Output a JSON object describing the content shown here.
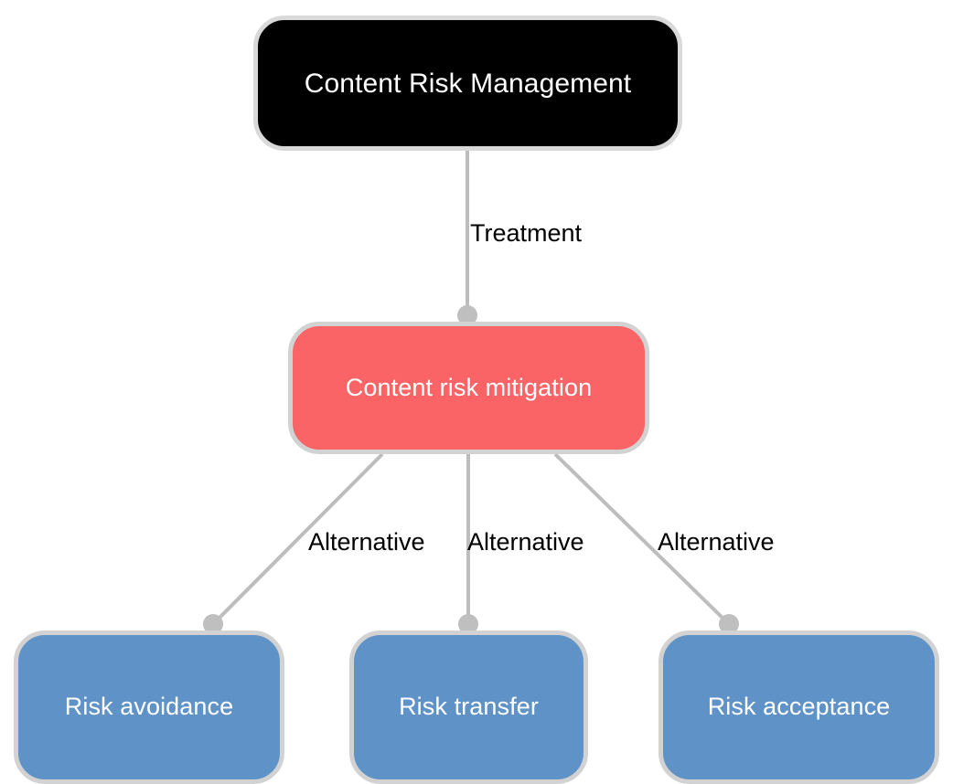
{
  "diagram": {
    "title": "Content Risk Management",
    "type": "tree",
    "background": "#ffffff",
    "colors": {
      "root_fill": "#000000",
      "mitigation_fill": "#fb6466",
      "leaf_fill": "#5f93c8",
      "node_border": "#d5d5d5",
      "edge_stroke": "#bdbdbd",
      "endpoint_dot": "#bfbfbf",
      "node_text": "#ffffff",
      "edge_label_text": "#000000"
    },
    "nodes": [
      {
        "id": "root",
        "label": "Content Risk Management",
        "shape": "rounded-rectangle",
        "fill": "#000000"
      },
      {
        "id": "mitigation",
        "label": "Content risk mitigation",
        "shape": "rounded-rectangle",
        "fill": "#fb6466"
      },
      {
        "id": "avoidance",
        "label": "Risk avoidance",
        "shape": "rounded-rectangle",
        "fill": "#5f93c8"
      },
      {
        "id": "transfer",
        "label": "Risk transfer",
        "shape": "rounded-rectangle",
        "fill": "#5f93c8"
      },
      {
        "id": "acceptance",
        "label": "Risk acceptance",
        "shape": "rounded-rectangle",
        "fill": "#5f93c8"
      }
    ],
    "edges": [
      {
        "id": "e1",
        "from": "root",
        "to": "mitigation",
        "label": "Treatment"
      },
      {
        "id": "e2",
        "from": "mitigation",
        "to": "avoidance",
        "label": "Alternative"
      },
      {
        "id": "e3",
        "from": "mitigation",
        "to": "transfer",
        "label": "Alternative"
      },
      {
        "id": "e4",
        "from": "mitigation",
        "to": "acceptance",
        "label": "Alternative"
      }
    ]
  }
}
